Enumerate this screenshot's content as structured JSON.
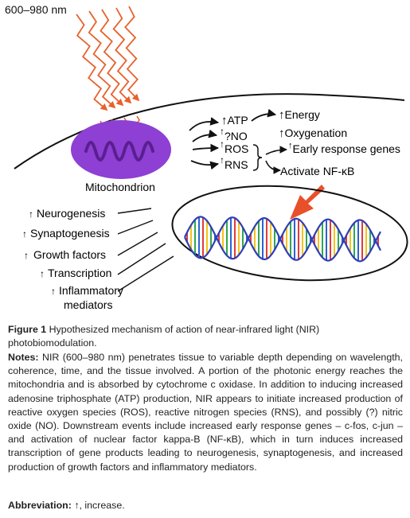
{
  "wavelength_label": "600–980 nm",
  "mitochondrion_label": "Mitochondrion",
  "primary_effects": [
    "ATP",
    "?NO",
    "ROS",
    "RNS"
  ],
  "downstream_effects": [
    "Energy",
    "Oxygenation",
    "Early response genes",
    "Activate NF-κB"
  ],
  "outcomes": [
    "Neurogenesis",
    "Synaptogenesis",
    "Growth factors",
    "Transcription",
    "Inflammatory",
    "mediators"
  ],
  "up_arrow": "↑",
  "colors": {
    "nir_waves": "#e8612c",
    "mitochondrion": "#8e3fd4",
    "mitochondrion_cristae": "#5a1f8f",
    "nucleus_arrow": "#e8502a",
    "dna_strand": "#2f3fb4"
  },
  "caption": {
    "figure_label": "Figure 1",
    "figure_text": "Hypothesized mechanism of action of near-infrared light (NIR) photobiomodulation.",
    "notes_label": "Notes:",
    "notes_text": "NIR (600–980 nm) penetrates tissue to variable depth depending on wavelength, coherence, time, and the tissue involved. A portion of the photonic energy reaches the mitochondria and is absorbed by cytochrome c oxidase. In addition to inducing increased adenosine triphosphate (ATP) production, NIR appears to initiate increased production of reactive oxygen species (ROS), reactive nitrogen species (RNS), and possibly (?) nitric oxide (NO). Downstream events include increased early response genes – c-fos, c-jun – and activation of nuclear factor kappa-B (NF-κB), which in turn induces increased transcription of gene products leading to neurogenesis, synaptogenesis, and increased production of growth factors and inflammatory mediators.",
    "abbrev_label": "Abbreviation:",
    "abbrev_text": "↑, increase."
  }
}
